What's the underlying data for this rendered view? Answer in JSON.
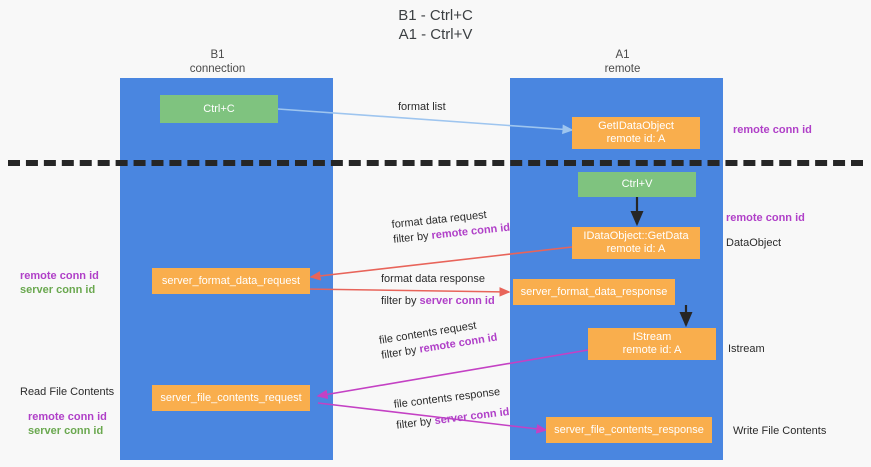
{
  "diagram": {
    "title": "B1 - Ctrl+C\nA1 - Ctrl+V",
    "columns": [
      {
        "name": "B1",
        "role": "connection"
      },
      {
        "name": "A1",
        "role": "remote"
      }
    ],
    "colors": {
      "lane": "#4a86e0",
      "action": "#7fc37f",
      "message": "#f9ae4d",
      "remote_conn_id": "#b040c8",
      "server_conn_id": "#6aa84f",
      "divider": "#262626",
      "wire_format_list": "#9ec5ef",
      "wire_format_data": "#e8645a",
      "wire_file_contents": "#c441c4",
      "wire_local": "#262626",
      "background": "#f8f8f8"
    },
    "nodes": [
      {
        "id": "ctrl-c",
        "label": "Ctrl+C",
        "kind": "action",
        "column": "B1"
      },
      {
        "id": "get-idataobject",
        "label": "GetIDataObject\nremote id: A",
        "kind": "message",
        "column": "A1"
      },
      {
        "id": "ctrl-v",
        "label": "Ctrl+V",
        "kind": "action",
        "column": "A1"
      },
      {
        "id": "idataobject-getdata",
        "label": "IDataObject::GetData\nremote id: A",
        "kind": "message",
        "column": "A1"
      },
      {
        "id": "server-format-data-request",
        "label": "server_format_data_request",
        "kind": "message",
        "column": "B1"
      },
      {
        "id": "server-format-data-response",
        "label": "server_format_data_response",
        "kind": "message",
        "column": "A1"
      },
      {
        "id": "istream",
        "label": "IStream\nremote id: A",
        "kind": "message",
        "column": "A1"
      },
      {
        "id": "server-file-contents-request",
        "label": "server_file_contents_request",
        "kind": "message",
        "column": "B1"
      },
      {
        "id": "server-file-contents-response",
        "label": "server_file_contents_response",
        "kind": "message",
        "column": "A1"
      }
    ],
    "edge_labels": [
      {
        "id": "format-list",
        "line1": "format list",
        "line2": "",
        "filter": ""
      },
      {
        "id": "format-data-request",
        "line1": "format data request",
        "line2": "filter by ",
        "filter": "remote conn id"
      },
      {
        "id": "format-data-response",
        "line1": "format data response",
        "line2": "filter by ",
        "filter": "server conn id"
      },
      {
        "id": "file-contents-request",
        "line1": "file contents request",
        "line2": "filter by ",
        "filter": "remote conn id"
      },
      {
        "id": "file-contents-response",
        "line1": "file contents response",
        "line2": "filter by ",
        "filter": "server conn id"
      }
    ],
    "side_notes": {
      "right_top": {
        "purple": "remote conn id"
      },
      "right_getdata": {
        "purple": "remote conn id",
        "plain": "DataObject"
      },
      "right_istream": {
        "plain": "Istream"
      },
      "right_writefiles": {
        "plain": "Write File Contents"
      },
      "left_formatdata": {
        "purple": "remote conn id",
        "green": "server conn id"
      },
      "left_readfiles": {
        "plain": "Read File Contents",
        "purple": "remote conn id",
        "green": "server conn id"
      }
    }
  }
}
